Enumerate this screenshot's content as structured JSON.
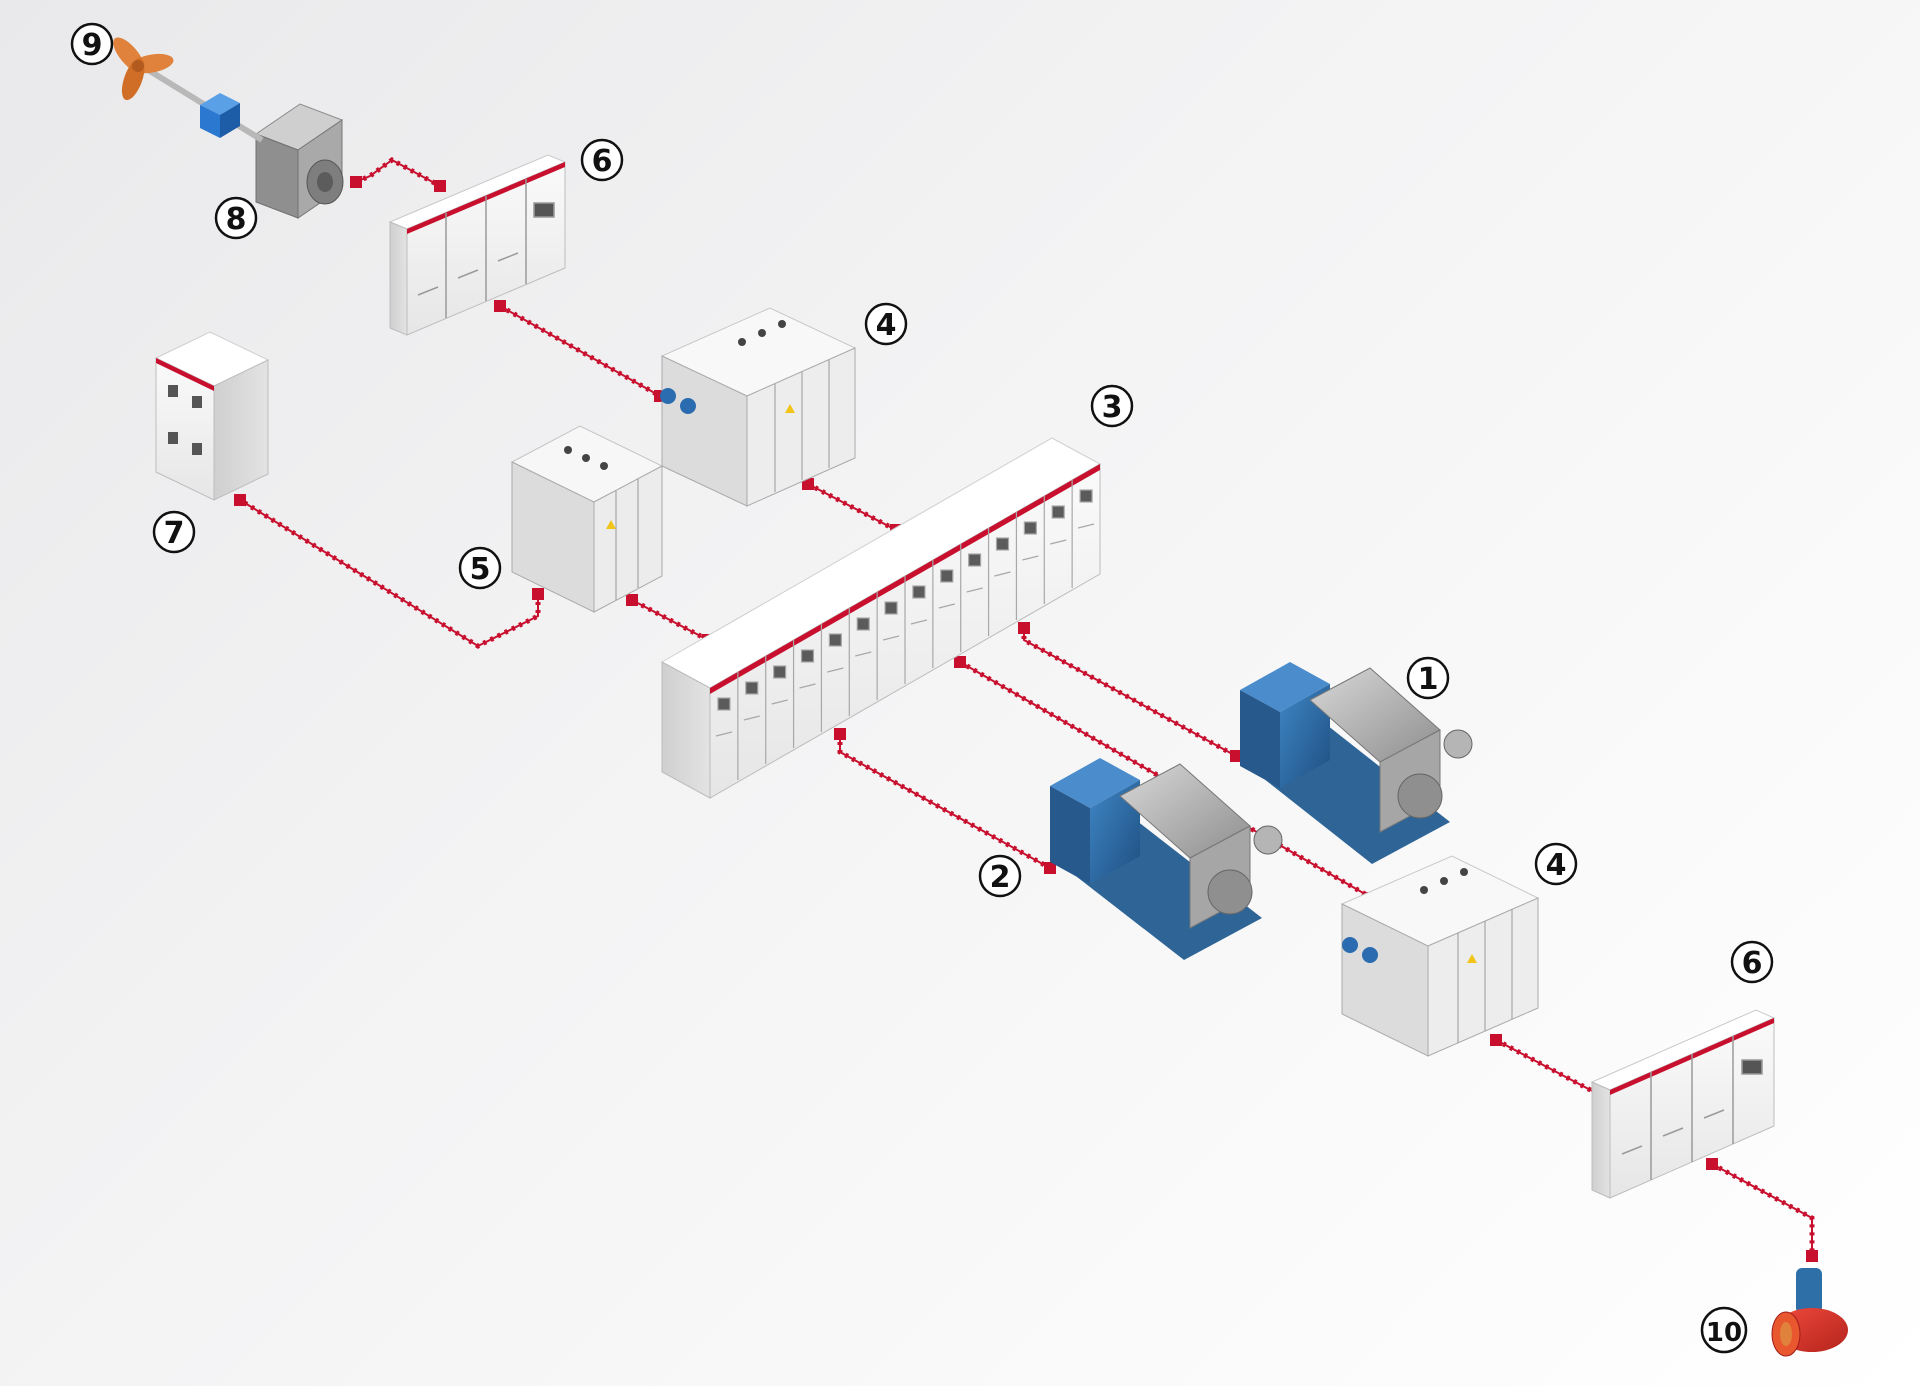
{
  "colors": {
    "cable": "#c8102e",
    "cabinet_front": "#f2f2f2",
    "cabinet_side": "#d9d9d9",
    "cabinet_top": "#ffffff",
    "trim": "#c8102e",
    "motor": "#2f6fa8",
    "motor_dark": "#1f4f7f",
    "frame": "#2e6596",
    "engine": "#c8c8c8",
    "engine_dark": "#8d8d8d",
    "propeller": "#e0823c",
    "thruster": "#d92f2f",
    "gearbox": "#2b78d0",
    "steel_grey": "#9a9a9a"
  },
  "icons": {
    "propeller": "propeller-icon",
    "thruster": "tunnel-thruster-icon"
  },
  "labels": {
    "generator_set_1": "1",
    "generator_set_2": "2",
    "main_switchboard": "3",
    "transformer_upper": "4",
    "transformer_lower": "4",
    "transformer_small": "5",
    "drive_cabinet_upper": "6",
    "drive_cabinet_lower": "6",
    "distribution_cabinet": "7",
    "propulsion_motor": "8",
    "propeller": "9",
    "bow_thruster": "10"
  }
}
